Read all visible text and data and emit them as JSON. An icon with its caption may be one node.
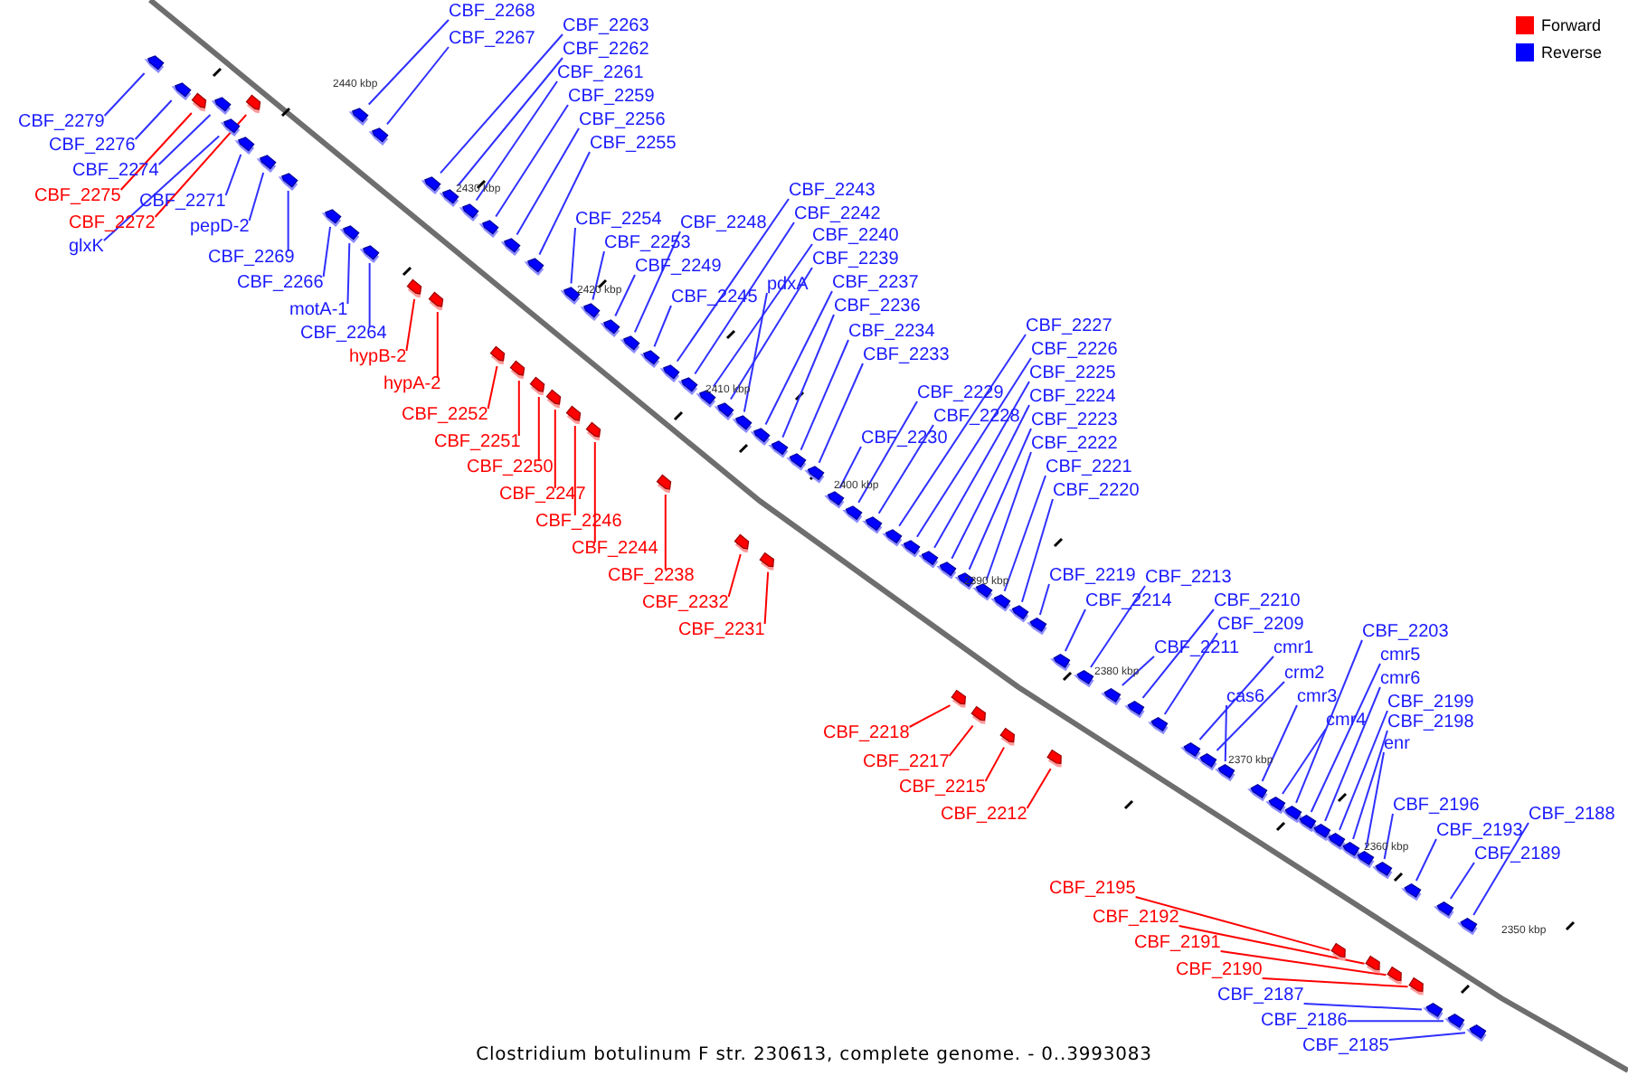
{
  "diagram": {
    "caption": "Clostridium botulinum F str. 230613, complete genome. - 0..3993083",
    "nodes": [
      {
        "text": [
          "CBF_2268"
        ]
      },
      {
        "text": [
          "CBF_2267"
        ]
      },
      {
        "text": [
          "CBF_2263"
        ]
      },
      {
        "text": [
          "CBF_2262"
        ]
      },
      {
        "text": [
          "CBF_2261"
        ]
      },
      {
        "text": [
          "CBF_2259"
        ]
      },
      {
        "text": [
          "CBF_2256"
        ]
      },
      {
        "text": [
          "CBF_2279"
        ]
      },
      {
        "text": [
          "CBF_2255"
        ]
      },
      {
        "text": [
          "CBF_2276"
        ]
      },
      {
        "text": [
          "CBF_2274"
        ]
      },
      {
        "text": [
          "CBF_2243"
        ]
      },
      {
        "text": [
          "CBF_2275"
        ]
      },
      {
        "text": [
          "CBF_2271"
        ]
      },
      {
        "text": [
          "CBF_2242"
        ]
      },
      {
        "text": [
          "CBF_2254"
        ]
      },
      {
        "text": [
          "CBF_2248"
        ]
      },
      {
        "text": [
          "CBF_2272"
        ]
      },
      {
        "text": [
          "pepD-2"
        ]
      },
      {
        "text": [
          "CBF_2240"
        ]
      },
      {
        "text": [
          "CBF_2253"
        ]
      },
      {
        "text": [
          "glxK"
        ]
      },
      {
        "text": [
          "CBF_2269"
        ]
      },
      {
        "text": [
          "CBF_2239"
        ]
      },
      {
        "text": [
          "CBF_2249"
        ]
      },
      {
        "text": [
          "CBF_2266"
        ]
      },
      {
        "text": [
          "CBF_2237"
        ]
      },
      {
        "text": [
          "pdxA"
        ]
      },
      {
        "text": [
          "CBF_2245"
        ]
      },
      {
        "text": [
          "CBF_2236"
        ]
      },
      {
        "text": [
          "motA-1"
        ]
      },
      {
        "text": [
          "CBF_2227"
        ]
      },
      {
        "text": [
          "CBF_2234"
        ]
      },
      {
        "text": [
          "CBF_2264"
        ]
      },
      {
        "text": [
          "CBF_2226"
        ]
      },
      {
        "text": [
          "CBF_2233"
        ]
      },
      {
        "text": [
          "hypB-2"
        ]
      },
      {
        "text": [
          "CBF_2225"
        ]
      },
      {
        "text": [
          "hypA-2"
        ]
      },
      {
        "text": [
          "CBF_2229"
        ]
      },
      {
        "text": [
          "CBF_2224"
        ]
      },
      {
        "text": [
          "CBF_2252"
        ]
      },
      {
        "text": [
          "CBF_2228"
        ]
      },
      {
        "text": [
          "CBF_2223"
        ]
      },
      {
        "text": [
          "CBF_2230"
        ]
      },
      {
        "text": [
          "CBF_2251"
        ]
      },
      {
        "text": [
          "CBF_2222"
        ]
      },
      {
        "text": [
          "CBF_2250"
        ]
      },
      {
        "text": [
          "CBF_2221"
        ]
      },
      {
        "text": [
          "CBF_2220"
        ]
      },
      {
        "text": [
          "CBF_2247"
        ]
      },
      {
        "text": [
          "CBF_2246"
        ]
      },
      {
        "text": [
          "CBF_2244"
        ]
      },
      {
        "text": [
          "CBF_2238"
        ]
      },
      {
        "text": [
          "CBF_2219"
        ]
      },
      {
        "text": [
          "CBF_2213"
        ]
      },
      {
        "text": [
          "CBF_2214"
        ]
      },
      {
        "text": [
          "CBF_2210"
        ]
      },
      {
        "text": [
          "CBF_2232"
        ]
      },
      {
        "text": [
          "CBF_2209"
        ]
      },
      {
        "text": [
          "CBF_2231"
        ]
      },
      {
        "text": [
          "CBF_2203"
        ]
      },
      {
        "text": [
          "CBF_2211"
        ]
      },
      {
        "text": [
          "cmr1"
        ]
      },
      {
        "text": [
          "cmr5"
        ]
      },
      {
        "text": [
          "crm2"
        ]
      },
      {
        "text": [
          "cmr6"
        ]
      },
      {
        "text": [
          "cas6"
        ]
      },
      {
        "text": [
          "cmr3"
        ]
      },
      {
        "text": [
          "CBF_2199"
        ]
      },
      {
        "text": [
          "cmr4"
        ]
      },
      {
        "text": [
          "CBF_2198"
        ]
      },
      {
        "text": [
          "CBF_2218"
        ]
      },
      {
        "text": [
          "enr"
        ]
      },
      {
        "text": [
          "CBF_2217"
        ]
      },
      {
        "text": [
          "CBF_2215"
        ]
      },
      {
        "text": [
          "CBF_2196"
        ]
      },
      {
        "text": [
          "CBF_2188"
        ]
      },
      {
        "text": [
          "CBF_2212"
        ]
      },
      {
        "text": [
          "CBF_2193"
        ]
      },
      {
        "text": [
          "CBF_2189"
        ]
      },
      {
        "text": [
          "CBF_2195"
        ]
      },
      {
        "text": [
          "CBF_2192"
        ]
      },
      {
        "text": [
          "CBF_2191"
        ]
      },
      {
        "text": [
          "CBF_2190"
        ]
      },
      {
        "text": [
          "CBF_2187"
        ]
      },
      {
        "text": [
          "CBF_2186"
        ]
      },
      {
        "text": [
          "CBF_2185"
        ]
      },
      {
        "text": [],
        "shape": "arrow"
      },
      {
        "text": [],
        "shape": "arrow"
      },
      {
        "text": [],
        "shape": "arrow"
      },
      {
        "text": [],
        "shape": "arrow"
      },
      {
        "text": [],
        "shape": "arrow"
      },
      {
        "text": [],
        "shape": "arrow"
      },
      {
        "text": [],
        "shape": "arrow"
      },
      {
        "text": [],
        "shape": "arrow"
      },
      {
        "text": [],
        "shape": "arrow"
      },
      {
        "text": [],
        "shape": "arrow"
      },
      {
        "text": [],
        "shape": "arrow"
      },
      {
        "text": [],
        "shape": "arrow"
      },
      {
        "text": [],
        "shape": "arrow"
      },
      {
        "text": [],
        "shape": "arrow"
      },
      {
        "text": [],
        "shape": "arrow"
      },
      {
        "text": [],
        "shape": "arrow"
      },
      {
        "text": [],
        "shape": "arrow"
      },
      {
        "text": [],
        "shape": "arrow"
      },
      {
        "text": [],
        "shape": "arrow"
      },
      {
        "text": [],
        "shape": "arrow"
      },
      {
        "text": [],
        "shape": "arrow"
      },
      {
        "text": [],
        "shape": "arrow"
      },
      {
        "text": [],
        "shape": "arrow"
      },
      {
        "text": [],
        "shape": "arrow"
      },
      {
        "text": [],
        "shape": "arrow"
      },
      {
        "text": [],
        "shape": "arrow"
      },
      {
        "text": [],
        "shape": "arrow"
      },
      {
        "text": [],
        "shape": "arrow"
      },
      {
        "text": [],
        "shape": "arrow"
      },
      {
        "text": [],
        "shape": "arrow"
      },
      {
        "text": [],
        "shape": "arrow"
      },
      {
        "text": [],
        "shape": "arrow"
      },
      {
        "text": [],
        "shape": "arrow"
      },
      {
        "text": [],
        "shape": "arrow"
      },
      {
        "text": [],
        "shape": "arrow"
      },
      {
        "text": [],
        "shape": "arrow"
      },
      {
        "text": [],
        "shape": "arrow"
      },
      {
        "text": [],
        "shape": "arrow"
      },
      {
        "text": [],
        "shape": "arrow"
      },
      {
        "text": [],
        "shape": "arrow"
      },
      {
        "text": [],
        "shape": "arrow"
      },
      {
        "text": [],
        "shape": "arrow"
      },
      {
        "text": [],
        "shape": "arrow"
      },
      {
        "text": [],
        "shape": "arrow"
      },
      {
        "text": [],
        "shape": "arrow"
      },
      {
        "text": [],
        "shape": "arrow"
      },
      {
        "text": [],
        "shape": "arrow"
      },
      {
        "text": [],
        "shape": "arrow"
      },
      {
        "text": [],
        "shape": "arrow"
      },
      {
        "text": [],
        "shape": "arrow"
      },
      {
        "text": [],
        "shape": "arrow"
      },
      {
        "text": [],
        "shape": "arrow"
      },
      {
        "text": [],
        "shape": "arrow"
      },
      {
        "text": [],
        "shape": "arrow"
      },
      {
        "text": [],
        "shape": "arrow"
      },
      {
        "text": [],
        "shape": "arrow"
      },
      {
        "text": [],
        "shape": "arrow"
      },
      {
        "text": [],
        "shape": "arrow"
      },
      {
        "text": [],
        "shape": "arrow"
      },
      {
        "text": [],
        "shape": "arrow"
      },
      {
        "text": [],
        "shape": "arrow"
      },
      {
        "text": [],
        "shape": "arrow"
      },
      {
        "text": [],
        "shape": "arrow"
      },
      {
        "text": [],
        "shape": "arrow"
      },
      {
        "text": [],
        "shape": "arrow"
      },
      {
        "text": [],
        "shape": "arrow"
      },
      {
        "text": [],
        "shape": "arrow"
      },
      {
        "text": [],
        "shape": "arrow"
      },
      {
        "text": [],
        "shape": "arrow"
      },
      {
        "text": [],
        "shape": "arrow"
      },
      {
        "text": [],
        "shape": "arrow"
      },
      {
        "text": [],
        "shape": "arrow"
      },
      {
        "text": [],
        "shape": "arrow"
      },
      {
        "text": [],
        "shape": "arrow"
      },
      {
        "text": [],
        "shape": "arrow"
      },
      {
        "text": [],
        "shape": "arrow"
      },
      {
        "text": [],
        "shape": "arrow"
      },
      {
        "text": [],
        "shape": "arrow"
      },
      {
        "text": [],
        "shape": "arrow"
      },
      {
        "text": [],
        "shape": "arrow"
      },
      {
        "text": [],
        "shape": "arrow"
      },
      {
        "text": [],
        "shape": "arrow"
      },
      {
        "text": [],
        "shape": "arrow"
      },
      {
        "text": [],
        "shape": "arrow"
      },
      {
        "text": [],
        "shape": "arrow"
      },
      {
        "text": [],
        "shape": "arrow"
      },
      {
        "text": [],
        "shape": "arrow"
      },
      {
        "text": [],
        "shape": "arrow"
      }
    ],
    "edges": [
      {
        "from": 0,
        "to": 88,
        "arrow": "none"
      },
      {
        "from": 1,
        "to": 89,
        "arrow": "none"
      },
      {
        "from": 2,
        "to": 90,
        "arrow": "none"
      },
      {
        "from": 3,
        "to": 91,
        "arrow": "none"
      },
      {
        "from": 4,
        "to": 92,
        "arrow": "none"
      },
      {
        "from": 5,
        "to": 93,
        "arrow": "none"
      },
      {
        "from": 6,
        "to": 94,
        "arrow": "none"
      },
      {
        "from": 7,
        "to": 95,
        "arrow": "none"
      },
      {
        "from": 8,
        "to": 96,
        "arrow": "none"
      },
      {
        "from": 9,
        "to": 97,
        "arrow": "none"
      },
      {
        "from": 10,
        "to": 98,
        "arrow": "none"
      },
      {
        "from": 11,
        "to": 99,
        "arrow": "none"
      },
      {
        "from": 12,
        "to": 100,
        "arrow": "none",
        "color": "#ff0000"
      },
      {
        "from": 13,
        "to": 101,
        "arrow": "none"
      },
      {
        "from": 14,
        "to": 102,
        "arrow": "none"
      },
      {
        "from": 15,
        "to": 103,
        "arrow": "none"
      },
      {
        "from": 16,
        "to": 104,
        "arrow": "none"
      },
      {
        "from": 17,
        "to": 105,
        "arrow": "none",
        "color": "#ff0000"
      },
      {
        "from": 18,
        "to": 106,
        "arrow": "none"
      },
      {
        "from": 19,
        "to": 107,
        "arrow": "none"
      },
      {
        "from": 20,
        "to": 108,
        "arrow": "none"
      },
      {
        "from": 21,
        "to": 109,
        "arrow": "none"
      },
      {
        "from": 22,
        "to": 110,
        "arrow": "none"
      },
      {
        "from": 23,
        "to": 111,
        "arrow": "none"
      },
      {
        "from": 24,
        "to": 112,
        "arrow": "none"
      },
      {
        "from": 25,
        "to": 113,
        "arrow": "none"
      },
      {
        "from": 26,
        "to": 114,
        "arrow": "none"
      },
      {
        "from": 27,
        "to": 115,
        "arrow": "none"
      },
      {
        "from": 28,
        "to": 116,
        "arrow": "none"
      },
      {
        "from": 29,
        "to": 117,
        "arrow": "none"
      },
      {
        "from": 30,
        "to": 118,
        "arrow": "none"
      },
      {
        "from": 31,
        "to": 119,
        "arrow": "none"
      },
      {
        "from": 32,
        "to": 120,
        "arrow": "none"
      },
      {
        "from": 33,
        "to": 121,
        "arrow": "none"
      },
      {
        "from": 34,
        "to": 122,
        "arrow": "none"
      },
      {
        "from": 35,
        "to": 123,
        "arrow": "none"
      },
      {
        "from": 36,
        "to": 124,
        "arrow": "none",
        "color": "#ff0000"
      },
      {
        "from": 37,
        "to": 125,
        "arrow": "none"
      },
      {
        "from": 38,
        "to": 126,
        "arrow": "none",
        "color": "#ff0000"
      },
      {
        "from": 39,
        "to": 127,
        "arrow": "none"
      },
      {
        "from": 40,
        "to": 128,
        "arrow": "none"
      },
      {
        "from": 41,
        "to": 129,
        "arrow": "none",
        "color": "#ff0000"
      },
      {
        "from": 42,
        "to": 130,
        "arrow": "none"
      },
      {
        "from": 43,
        "to": 131,
        "arrow": "none"
      },
      {
        "from": 44,
        "to": 132,
        "arrow": "none"
      },
      {
        "from": 45,
        "to": 133,
        "arrow": "none",
        "color": "#ff0000"
      },
      {
        "from": 46,
        "to": 134,
        "arrow": "none"
      },
      {
        "from": 47,
        "to": 135,
        "arrow": "none",
        "color": "#ff0000"
      },
      {
        "from": 48,
        "to": 136,
        "arrow": "none"
      },
      {
        "from": 49,
        "to": 137,
        "arrow": "none"
      },
      {
        "from": 50,
        "to": 138,
        "arrow": "none",
        "color": "#ff0000"
      },
      {
        "from": 51,
        "to": 139,
        "arrow": "none",
        "color": "#ff0000"
      },
      {
        "from": 52,
        "to": 140,
        "arrow": "none",
        "color": "#ff0000"
      },
      {
        "from": 53,
        "to": 141,
        "arrow": "none",
        "color": "#ff0000"
      },
      {
        "from": 54,
        "to": 142,
        "arrow": "none"
      },
      {
        "from": 55,
        "to": 143,
        "arrow": "none"
      },
      {
        "from": 56,
        "to": 144,
        "arrow": "none"
      },
      {
        "from": 57,
        "to": 145,
        "arrow": "none"
      },
      {
        "from": 58,
        "to": 146,
        "arrow": "none",
        "color": "#ff0000"
      },
      {
        "from": 59,
        "to": 147,
        "arrow": "none"
      },
      {
        "from": 60,
        "to": 148,
        "arrow": "none",
        "color": "#ff0000"
      },
      {
        "from": 61,
        "to": 149,
        "arrow": "none"
      },
      {
        "from": 62,
        "to": 150,
        "arrow": "none"
      },
      {
        "from": 63,
        "to": 151,
        "arrow": "none"
      },
      {
        "from": 64,
        "to": 152,
        "arrow": "none"
      },
      {
        "from": 65,
        "to": 153,
        "arrow": "none"
      },
      {
        "from": 66,
        "to": 154,
        "arrow": "none"
      },
      {
        "from": 67,
        "to": 155,
        "arrow": "none"
      },
      {
        "from": 68,
        "to": 156,
        "arrow": "none"
      },
      {
        "from": 69,
        "to": 157,
        "arrow": "none"
      },
      {
        "from": 70,
        "to": 158,
        "arrow": "none"
      },
      {
        "from": 71,
        "to": 159,
        "arrow": "none"
      },
      {
        "from": 72,
        "to": 160,
        "arrow": "none",
        "color": "#ff0000"
      },
      {
        "from": 73,
        "to": 161,
        "arrow": "none"
      },
      {
        "from": 74,
        "to": 162,
        "arrow": "none",
        "color": "#ff0000"
      },
      {
        "from": 75,
        "to": 163,
        "arrow": "none",
        "color": "#ff0000"
      },
      {
        "from": 76,
        "to": 164,
        "arrow": "none"
      },
      {
        "from": 77,
        "to": 165,
        "arrow": "none"
      },
      {
        "from": 78,
        "to": 166,
        "arrow": "none",
        "color": "#ff0000"
      },
      {
        "from": 79,
        "to": 167,
        "arrow": "none"
      },
      {
        "from": 80,
        "to": 168,
        "arrow": "none"
      },
      {
        "from": 81,
        "to": 169,
        "arrow": "none",
        "color": "#ff0000"
      },
      {
        "from": 82,
        "to": 170,
        "arrow": "none",
        "color": "#ff0000"
      },
      {
        "from": 83,
        "to": 171,
        "arrow": "none",
        "color": "#ff0000"
      },
      {
        "from": 84,
        "to": 172,
        "arrow": "none",
        "color": "#ff0000"
      },
      {
        "from": 85,
        "to": 173,
        "arrow": "none"
      },
      {
        "from": 86,
        "to": 174,
        "arrow": "none"
      },
      {
        "from": 87,
        "to": 175,
        "arrow": "none"
      }
    ],
    "labels": [
      "2440 kbp",
      "2430 kbp",
      "2420 kbp",
      "2410 kbp",
      "2400 kbp",
      "2390 kbp",
      "2380 kbp",
      "2370 kbp",
      "2360 kbp",
      "2350 kbp"
    ],
    "legend": [
      {
        "text": "Forward",
        "color": "#ff0000"
      },
      {
        "text": "Reverse",
        "color": "#0000ff"
      }
    ]
  }
}
